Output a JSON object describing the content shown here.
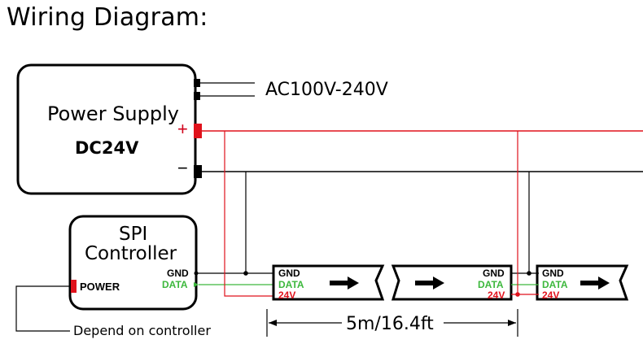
{
  "title": "Wiring Diagram:",
  "power_supply": {
    "name": "Power Supply",
    "voltage": "DC24V",
    "ac_input": "AC100V-240V",
    "plus": "+",
    "minus": "−"
  },
  "controller": {
    "name_line1": "SPI",
    "name_line2": "Controller",
    "power": "POWER",
    "gnd": "GND",
    "data": "DATA",
    "power_note": "Depend on controller"
  },
  "strips": [
    {
      "gnd": "GND",
      "data": "DATA",
      "v": "24V"
    },
    {
      "gnd": "GND",
      "data": "DATA",
      "v": "24V"
    },
    {
      "gnd": "GND",
      "data": "DATA",
      "v": "24V"
    }
  ],
  "segment_length": "5m/16.4ft",
  "colors": {
    "positive_wire": "#e0121c",
    "ground_wire": "#000000",
    "data_wire": "#3db83d",
    "outline": "#000000"
  }
}
